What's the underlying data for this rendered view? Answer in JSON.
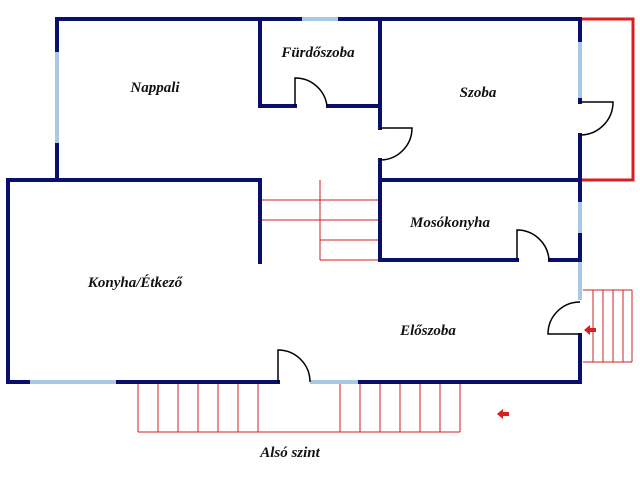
{
  "title": "Alsó szint",
  "rooms": {
    "nappali": "Nappali",
    "furdoszoba": "Fürdőszoba",
    "szoba": "Szoba",
    "mosokonyha": "Mosókonyha",
    "konyha": "Konyha/Étkező",
    "eloszoba": "Előszoba"
  },
  "colors": {
    "wall": "#0a0f6e",
    "window": "#a9c8e4",
    "stairs": "#d02020",
    "terrace": "#d81e1e",
    "door": "#000000"
  }
}
